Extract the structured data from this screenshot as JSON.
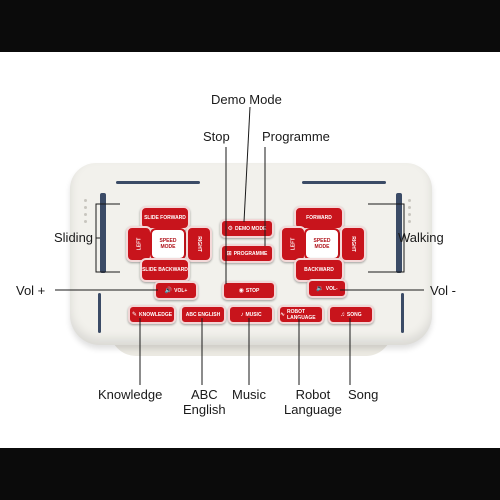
{
  "callouts": {
    "demo_mode": "Demo Mode",
    "stop": "Stop",
    "programme": "Programme",
    "sliding": "Sliding",
    "walking": "Walking",
    "vol_plus": "Vol +",
    "vol_minus": "Vol -",
    "knowledge": "Knowledge",
    "abc_english_1": "ABC",
    "abc_english_2": "English",
    "music": "Music",
    "robot_language_1": "Robot",
    "robot_language_2": "Language",
    "song": "Song"
  },
  "buttons": {
    "slide_forward": "SLIDE FORWARD",
    "slide_backward": "SLIDE BACKWARD",
    "left_left": "LEFT",
    "right_left": "RIGHT",
    "speed_mode_left": "SPEED MODE",
    "forward": "FORWARD",
    "backward": "BACKWARD",
    "left_right": "LEFT",
    "right_right": "RIGHT",
    "speed_mode_right": "SPEED MODE",
    "demo_mode": "DEMO MODE",
    "programme": "PROGRAMME",
    "stop": "STOP",
    "vol_plus": "VOL+",
    "vol_minus": "VOL-",
    "knowledge": "KNOWLEDGE",
    "abc_english": "ABC ENGLISH",
    "music": "MUSIC",
    "robot_language": "ROBOT LANGUAGE",
    "song": "SONG"
  },
  "colors": {
    "button_red": "#c8141c",
    "remote_body": "#f2f1ec",
    "stripe_navy": "#3b4b66",
    "band_black": "#0b0b0b"
  },
  "icons": [
    "speaker-icon",
    "stop-icon",
    "gear-icon",
    "window-icon",
    "arrow-icon",
    "music-note-icon",
    "waveform-icon"
  ]
}
